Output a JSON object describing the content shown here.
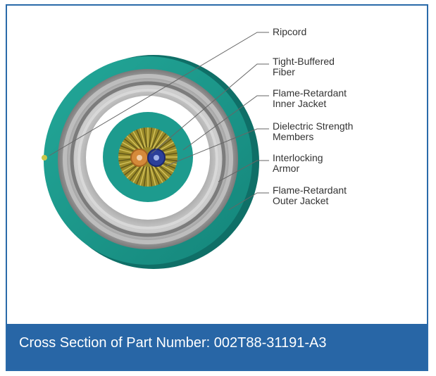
{
  "labels": [
    {
      "id": "ripcord",
      "lines": [
        "Ripcord"
      ]
    },
    {
      "id": "tight-buffered-fiber",
      "lines": [
        "Tight-Buffered",
        "Fiber"
      ]
    },
    {
      "id": "inner-jacket",
      "lines": [
        "Flame-Retardant",
        "Inner Jacket"
      ]
    },
    {
      "id": "strength-members",
      "lines": [
        "Dielectric Strength",
        "Members"
      ]
    },
    {
      "id": "armor",
      "lines": [
        "Interlocking",
        "Armor"
      ]
    },
    {
      "id": "outer-jacket",
      "lines": [
        "Flame-Retardant",
        "Outer Jacket"
      ]
    }
  ],
  "caption": "Cross Section of Part Number: 002T88-31191-A3",
  "colors": {
    "frame_border": "#2a6aa9",
    "caption_bg": "#2866a6",
    "outer_jacket": "#1d9b8e",
    "outer_jacket_edge": "#0f6f67",
    "armor": "#8e8e8e",
    "inner_jacket": "#1d9b8e",
    "strength_members": "#9a8a2a",
    "fiber_orange": "#d58a3a",
    "fiber_blue": "#2b3f9a",
    "leader_line": "#666666"
  }
}
